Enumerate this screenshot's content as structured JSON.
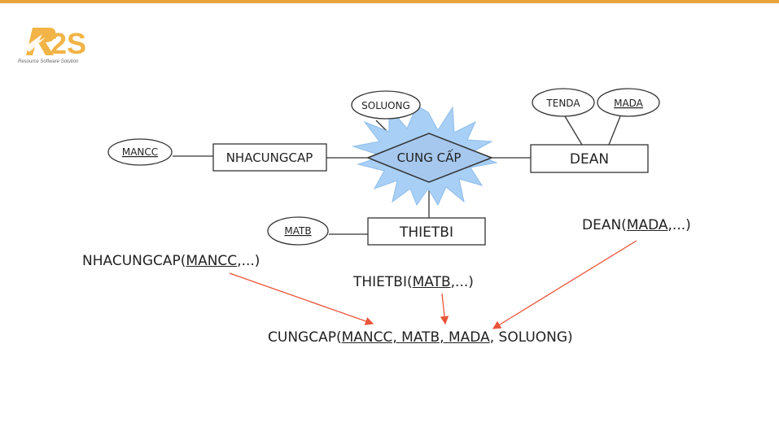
{
  "logo": {
    "text": "R2S",
    "subtitle": "Resource Software Solution"
  },
  "entities": {
    "nhacungcap": "NHACUNGCAP",
    "dean": "DEAN",
    "thietbi": "THIETBI"
  },
  "relationship": {
    "label": "CUNG CẤP"
  },
  "attributes": {
    "mancc": "MANCC",
    "soluong": "SOLUONG",
    "tenda": "TENDA",
    "mada": "MADA",
    "matb": "MATB"
  },
  "schemas": {
    "nhacungcap": {
      "name": "NHACUNGCAP(",
      "key": "MANCC",
      "rest": ",...)"
    },
    "thietbi": {
      "name": "THIETBI(",
      "key": "MATB",
      "rest": ",...)"
    },
    "dean": {
      "name": "DEAN(",
      "key": "MADA",
      "rest": ",...)"
    },
    "cungcap": {
      "name": "CUNGCAP(",
      "keys": "MANCC, MATB, MADA",
      "rest": ", SOLUONG)"
    }
  },
  "colors": {
    "accent": "#e8a33a",
    "burst": "#a8cff5",
    "diamond": "#a6c8ee",
    "arrow": "#e8553a"
  }
}
